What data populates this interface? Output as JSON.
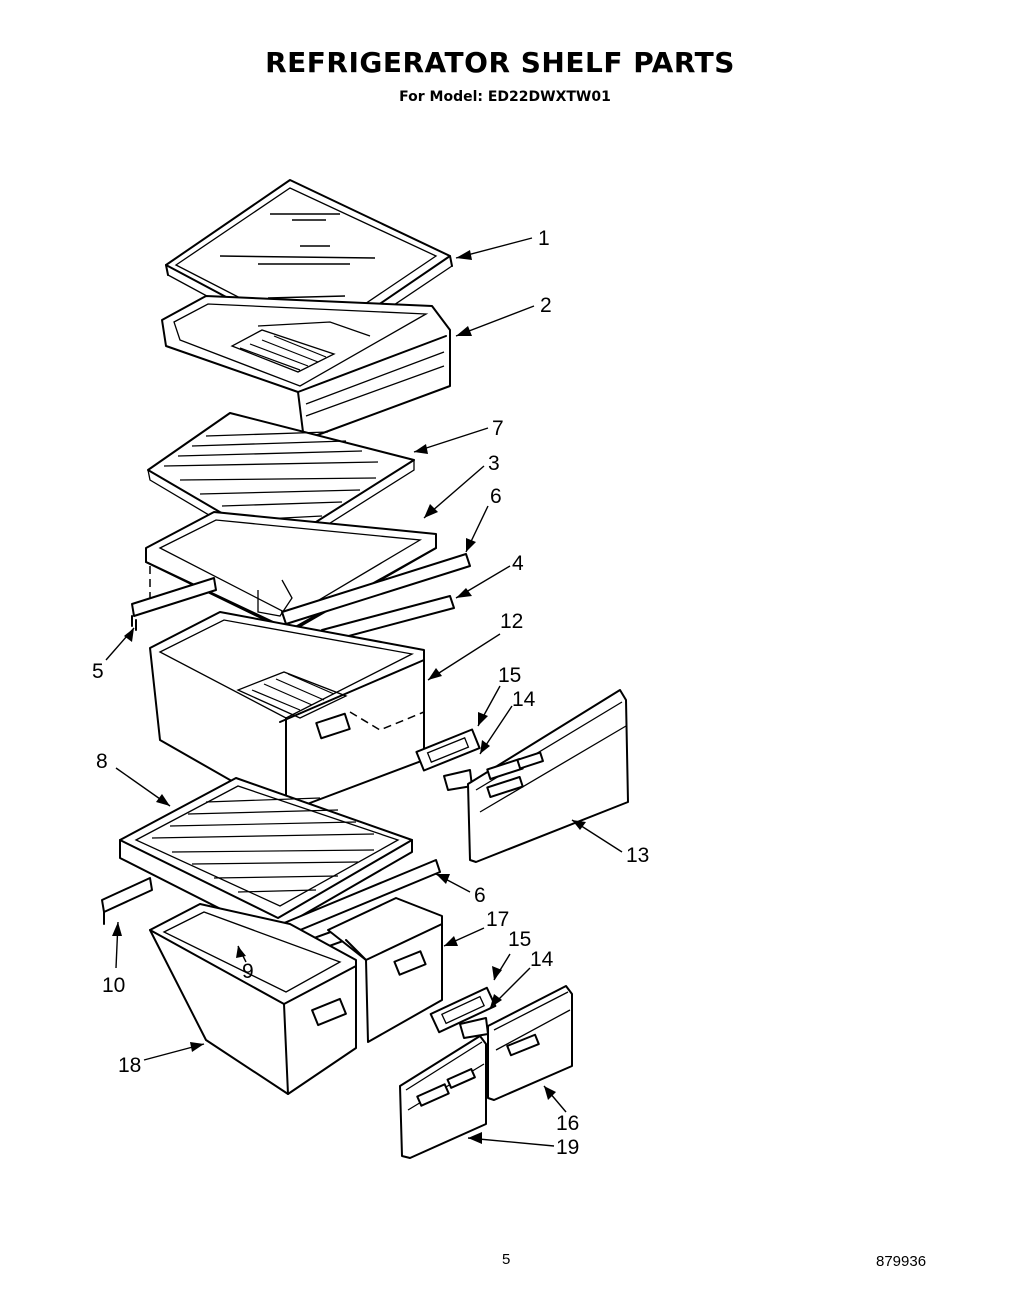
{
  "header": {
    "title": "REFRIGERATOR SHELF PARTS",
    "subtitle": "For Model: ED22DWXTW01"
  },
  "callouts": {
    "c1": "1",
    "c2": "2",
    "c7": "7",
    "c3": "3",
    "c6a": "6",
    "c4": "4",
    "c5": "5",
    "c12": "12",
    "c15a": "15",
    "c14a": "14",
    "c8": "8",
    "c13": "13",
    "c6b": "6",
    "c17": "17",
    "c15b": "15",
    "c14b": "14",
    "c9": "9",
    "c10": "10",
    "c18": "18",
    "c16": "16",
    "c19": "19"
  },
  "footer": {
    "page_number": "5",
    "doc_number": "879936"
  }
}
